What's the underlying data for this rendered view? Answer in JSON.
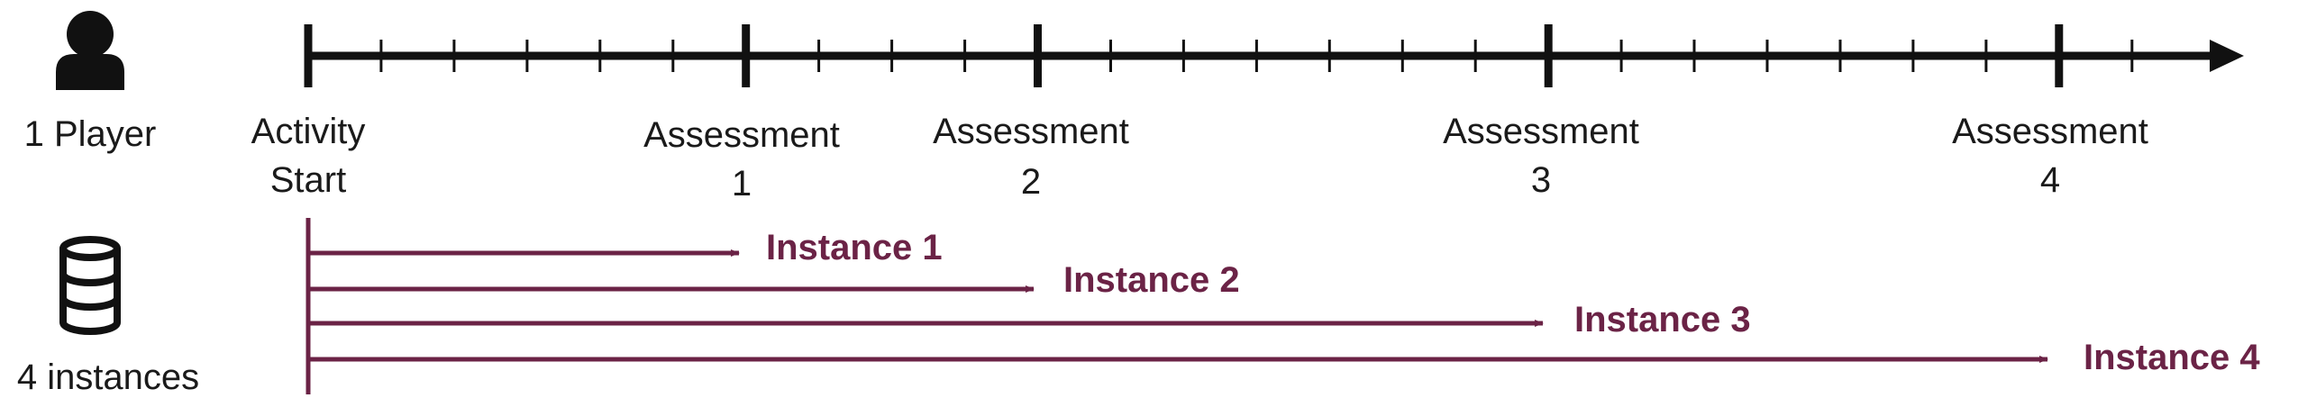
{
  "player": {
    "icon": "person-icon",
    "label": "1 Player"
  },
  "storage": {
    "icon": "database-icon",
    "label": "4 instances"
  },
  "timeline": {
    "start_label_line1": "Activity",
    "start_label_line2": "Start",
    "assessments": [
      {
        "line1": "Assessment",
        "line2": "1"
      },
      {
        "line1": "Assessment",
        "line2": "2"
      },
      {
        "line1": "Assessment",
        "line2": "3"
      },
      {
        "line1": "Assessment",
        "line2": "4"
      }
    ]
  },
  "instances": [
    {
      "label": "Instance 1"
    },
    {
      "label": "Instance 2"
    },
    {
      "label": "Instance 3"
    },
    {
      "label": "Instance 4"
    }
  ],
  "colors": {
    "axis": "#111111",
    "instance": "#6b2346",
    "icon": "#111111"
  }
}
